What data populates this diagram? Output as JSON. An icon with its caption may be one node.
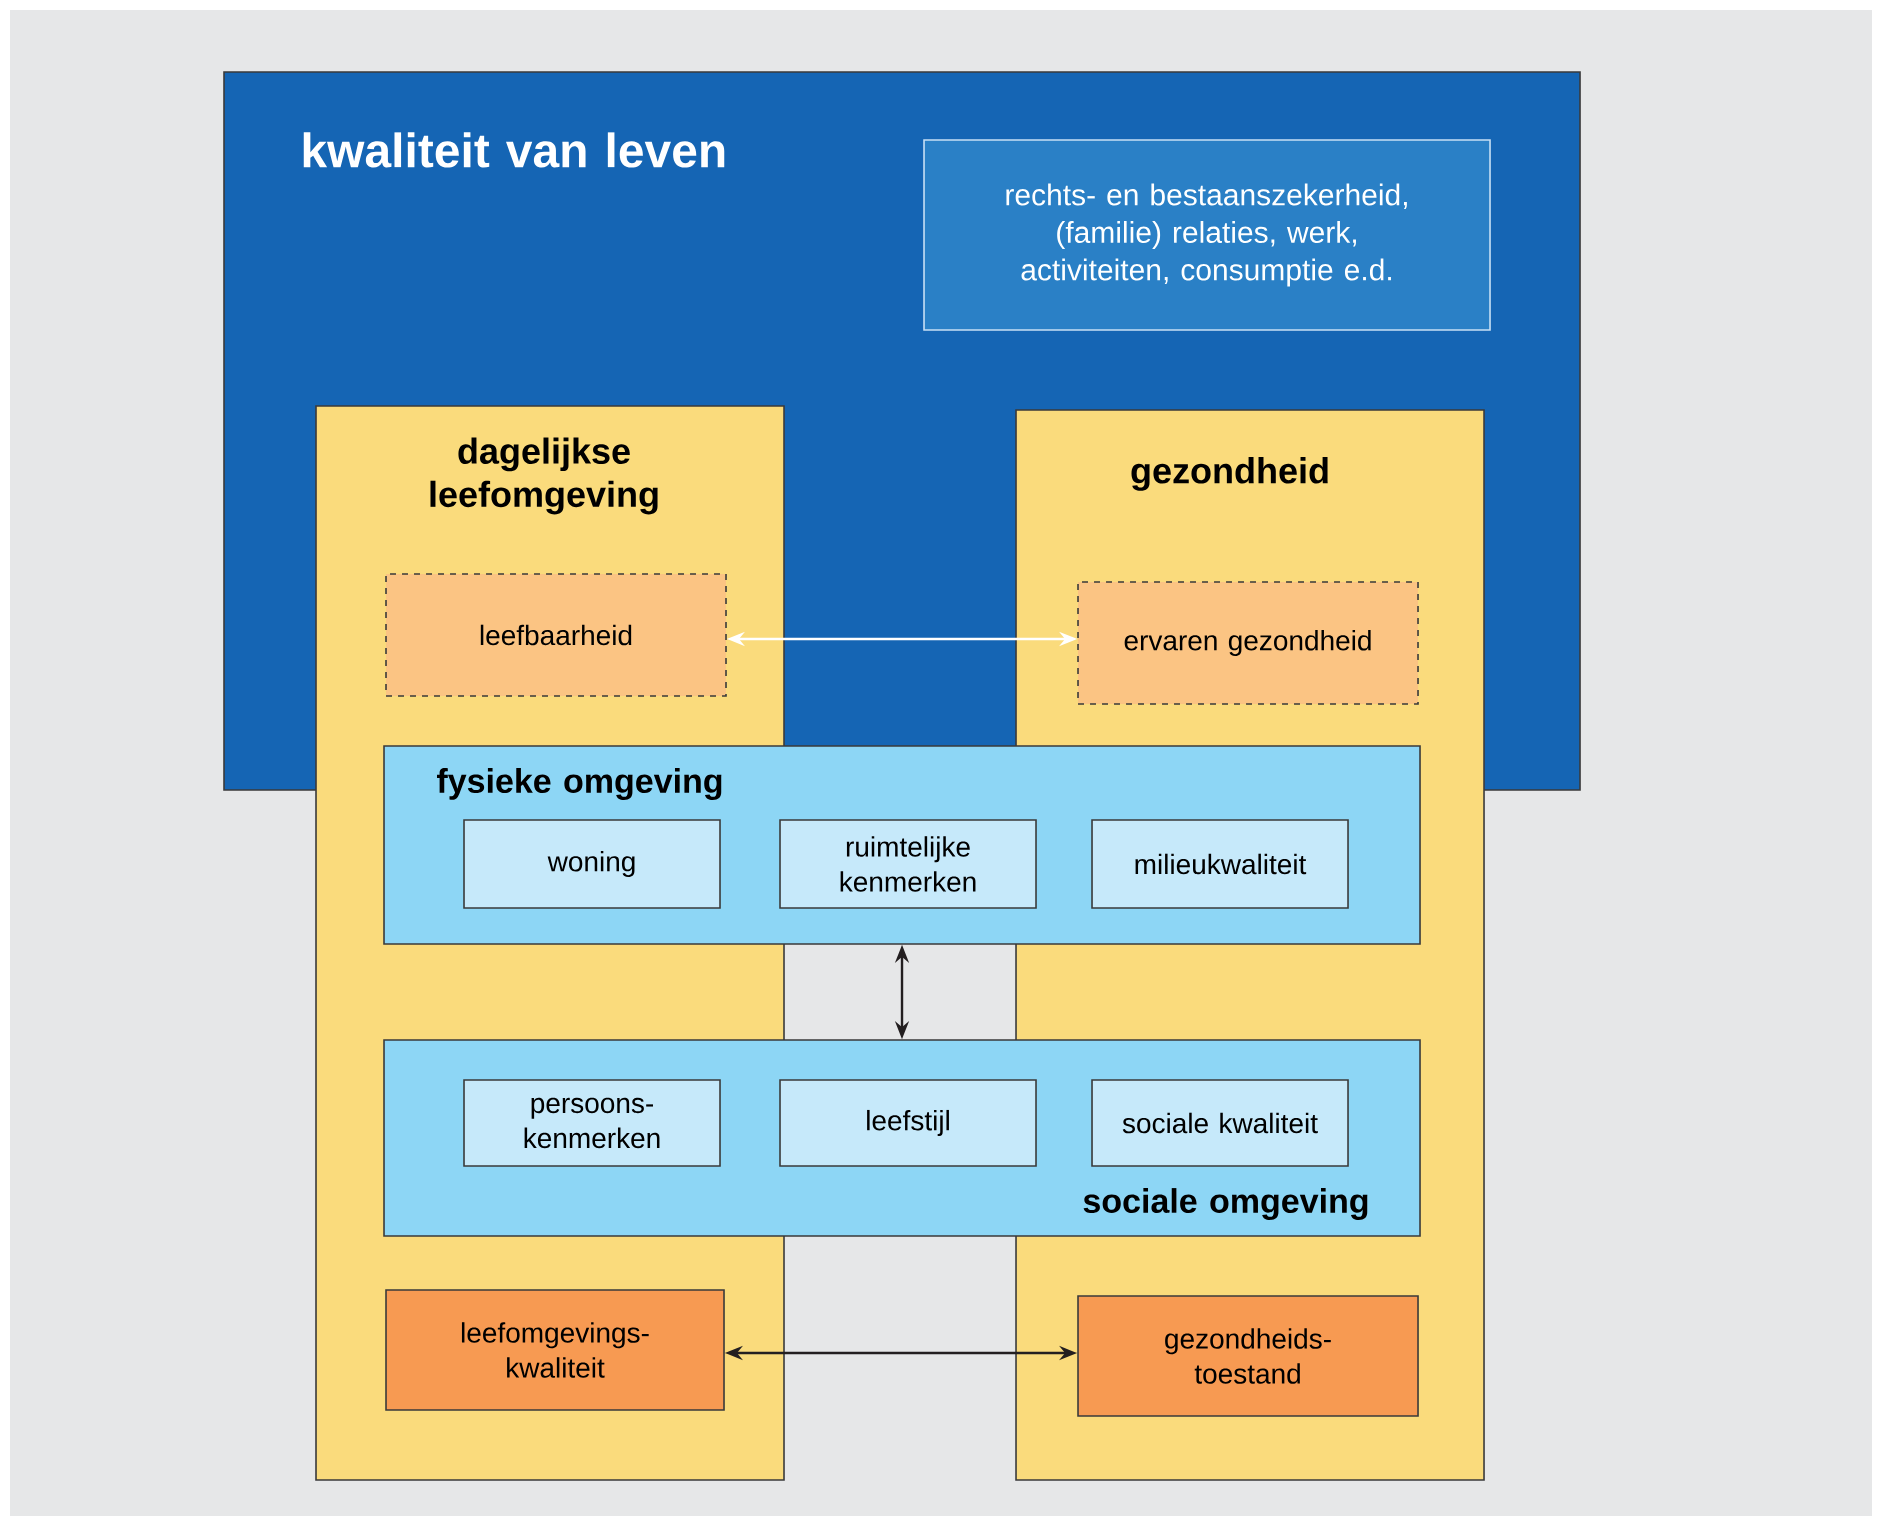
{
  "diagram": {
    "nodes": [
      {
        "text": [
          "kwaliteit van leven"
        ]
      },
      {
        "text": [
          "rechts- en bestaanszekerheid, (familie) relaties, werk, activiteiten, consumptie e.d."
        ],
        "in": 0
      },
      {
        "text": [
          "dagelijkse leefomgeving"
        ]
      },
      {
        "text": [
          "leefbaarheid"
        ]
      },
      {
        "text": [
          "gezondheid"
        ]
      },
      {
        "text": [
          "ervaren gezondheid"
        ]
      },
      {
        "text": [
          "fysieke omgeving"
        ]
      },
      {
        "text": [
          "woning"
        ]
      },
      {
        "text": [
          "ruimtelijke kenmerken"
        ],
        "in": 6
      },
      {
        "text": [
          "milieukwaliteit"
        ]
      },
      {
        "text": [
          "sociale omgeving"
        ]
      },
      {
        "text": [
          "persoons- kenmerken"
        ]
      },
      {
        "text": [
          "leefstijl"
        ],
        "in": 10
      },
      {
        "text": [
          "sociale kwaliteit"
        ]
      },
      {
        "text": [
          "leefomgevings- kwaliteit"
        ],
        "in": 2
      },
      {
        "text": [
          "gezondheids- toestand"
        ],
        "in": 4
      }
    ],
    "edges": [
      {
        "from": 3,
        "to": 5,
        "arrow": "both",
        "color": "#ffffff"
      },
      {
        "from": 6,
        "to": 10,
        "arrow": "both"
      },
      {
        "from": 14,
        "to": 15,
        "arrow": "both"
      }
    ]
  }
}
